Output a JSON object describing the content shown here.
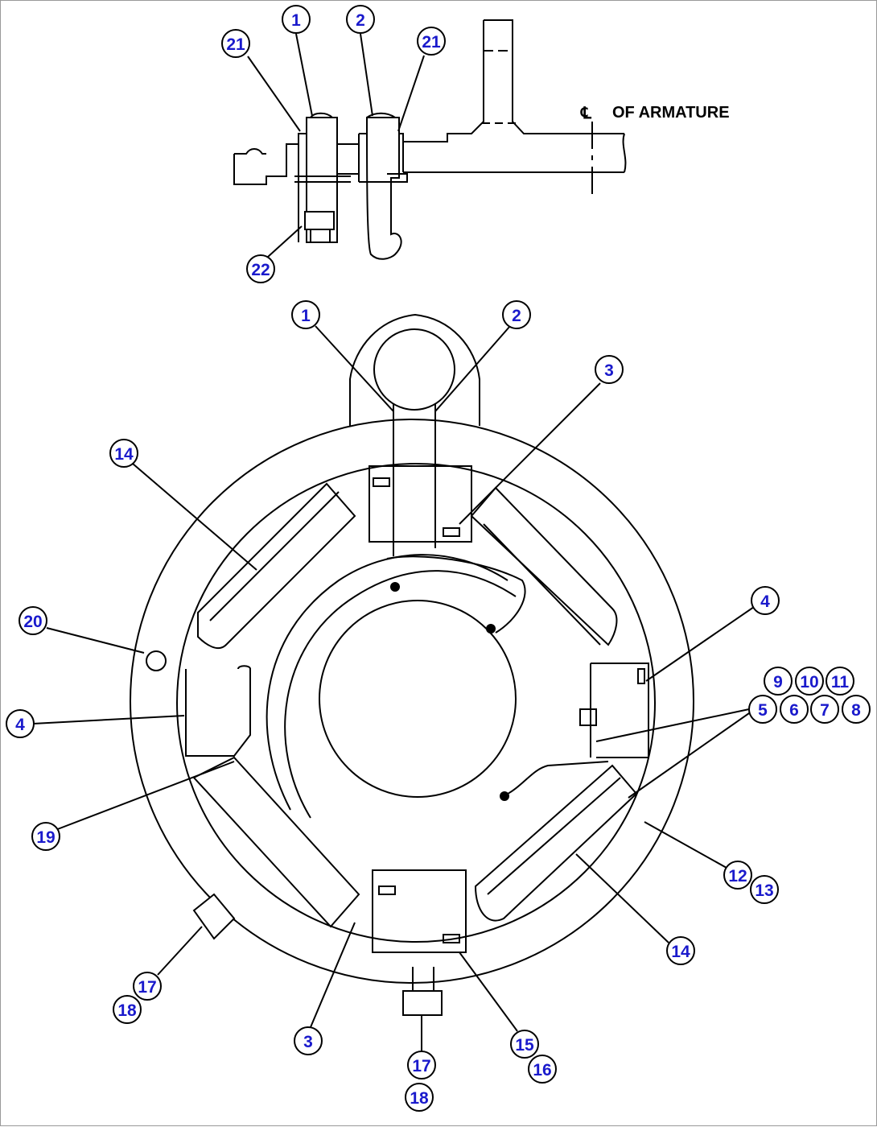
{
  "diagram": {
    "centerline_symbol": "℄",
    "centerline_label": "OF ARMATURE",
    "label_color": "#1a1acc",
    "callouts": {
      "c1": "1",
      "c2": "2",
      "c3": "3",
      "c4": "4",
      "c5": "5",
      "c6": "6",
      "c7": "7",
      "c8": "8",
      "c9": "9",
      "c10": "10",
      "c11": "11",
      "c12": "12",
      "c13": "13",
      "c14": "14",
      "c15": "15",
      "c16": "16",
      "c17": "17",
      "c18": "18",
      "c19": "19",
      "c20": "20",
      "c21": "21",
      "c22": "22"
    }
  }
}
